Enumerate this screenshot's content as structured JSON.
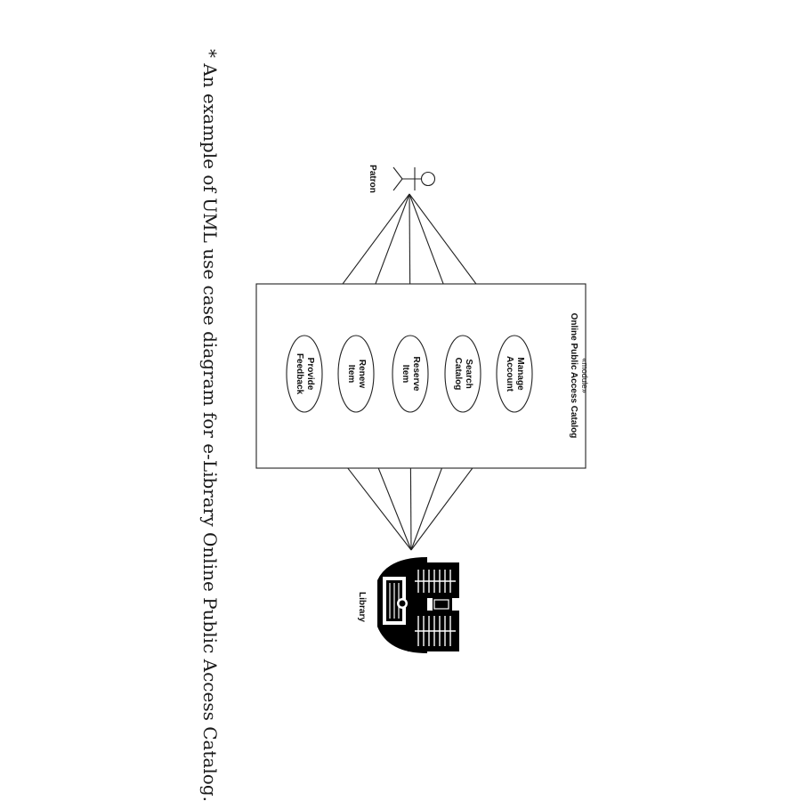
{
  "caption": "* An example of UML use case diagram for e-Library Online Public Access Catalog.",
  "system_boundary": {
    "stereotype": "«module»",
    "name": "Online Public Access Catalog"
  },
  "actors": {
    "patron": "Patron",
    "library": "Library"
  },
  "use_cases": [
    {
      "line1": "Manage",
      "line2": "Account"
    },
    {
      "line1": "Search",
      "line2": "Catalog"
    },
    {
      "line1": "Reserve",
      "line2": "Item"
    },
    {
      "line1": "Renew",
      "line2": "Item"
    },
    {
      "line1": "Provide",
      "line2": "Feedback"
    }
  ],
  "icons": {
    "patron": "stick-figure-icon",
    "library": "library-building-icon"
  },
  "colors": {
    "line": "#222222",
    "library_fill": "#000000",
    "background": "#ffffff"
  }
}
